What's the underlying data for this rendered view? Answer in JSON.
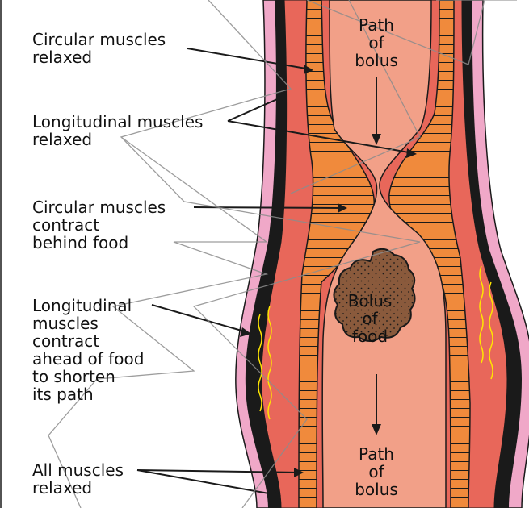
{
  "labels": {
    "circular_relaxed": "Circular muscles\nrelaxed",
    "longitudinal_relaxed": "Longitudinal muscles\nrelaxed",
    "circular_contract": "Circular muscles\ncontract\nbehind food",
    "longitudinal_contract": "Longitudinal\nmuscles\ncontract\nahead of food\nto shorten\nits path",
    "all_relaxed": "All muscles\nrelaxed"
  },
  "tube_labels": {
    "path_top": "Path\nof\nbolus",
    "bolus": "Bolus\nof\nfood",
    "path_bottom": "Path\nof\nbolus"
  },
  "colors": {
    "outer_layer": "#f0a8c8",
    "black_layer": "#1a1a1a",
    "red_layer": "#e8675a",
    "muscle_band": "#f08a3c",
    "lumen": "#f2a088",
    "bolus": "#8a5a3c",
    "nerve": "#ffe600"
  }
}
